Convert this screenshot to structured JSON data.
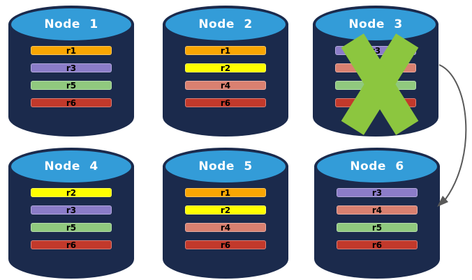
{
  "nodes": [
    {
      "title": "Node 1",
      "failed": false,
      "replicas": [
        {
          "label": "r1",
          "color": "#F9A602"
        },
        {
          "label": "r3",
          "color": "#8B7CC8"
        },
        {
          "label": "r5",
          "color": "#90C97E"
        },
        {
          "label": "r6",
          "color": "#C2392B"
        }
      ]
    },
    {
      "title": "Node 2",
      "failed": false,
      "replicas": [
        {
          "label": "r1",
          "color": "#F9A602"
        },
        {
          "label": "r2",
          "color": "#FFFF00"
        },
        {
          "label": "r4",
          "color": "#D98070"
        },
        {
          "label": "r6",
          "color": "#C2392B"
        }
      ]
    },
    {
      "title": "Node 3",
      "failed": true,
      "replicas": [
        {
          "label": "r3",
          "color": "#8B7CC8"
        },
        {
          "label": "r4",
          "color": "#D98070"
        },
        {
          "label": "r5",
          "color": "#90C97E"
        },
        {
          "label": "r6",
          "color": "#C2392B"
        }
      ]
    },
    {
      "title": "Node 4",
      "failed": false,
      "replicas": [
        {
          "label": "r2",
          "color": "#FFFF00"
        },
        {
          "label": "r3",
          "color": "#8B7CC8"
        },
        {
          "label": "r5",
          "color": "#90C97E"
        },
        {
          "label": "r6",
          "color": "#C2392B"
        }
      ]
    },
    {
      "title": "Node 5",
      "failed": false,
      "replicas": [
        {
          "label": "r1",
          "color": "#F9A602"
        },
        {
          "label": "r2",
          "color": "#FFFF00"
        },
        {
          "label": "r4",
          "color": "#D98070"
        },
        {
          "label": "r6",
          "color": "#C2392B"
        }
      ]
    },
    {
      "title": "Node 6",
      "failed": false,
      "replicas": [
        {
          "label": "r3",
          "color": "#8B7CC8"
        },
        {
          "label": "r4",
          "color": "#D98070"
        },
        {
          "label": "r5",
          "color": "#90C97E"
        },
        {
          "label": "r6",
          "color": "#C2392B"
        }
      ]
    }
  ],
  "failure_marker": {
    "node": "Node 3",
    "symbol": "X"
  },
  "arrow_annotation": {
    "from": "Node 3",
    "to": "Node 6"
  },
  "colors": {
    "background": "#FFFFFF",
    "cylinder_body": "#1B2A4C",
    "cylinder_top": "#339CD8",
    "title_text": "#FFFFFF",
    "replica_text": "#000000",
    "failure_x": "#8CC63F",
    "arrow": "#595959"
  }
}
